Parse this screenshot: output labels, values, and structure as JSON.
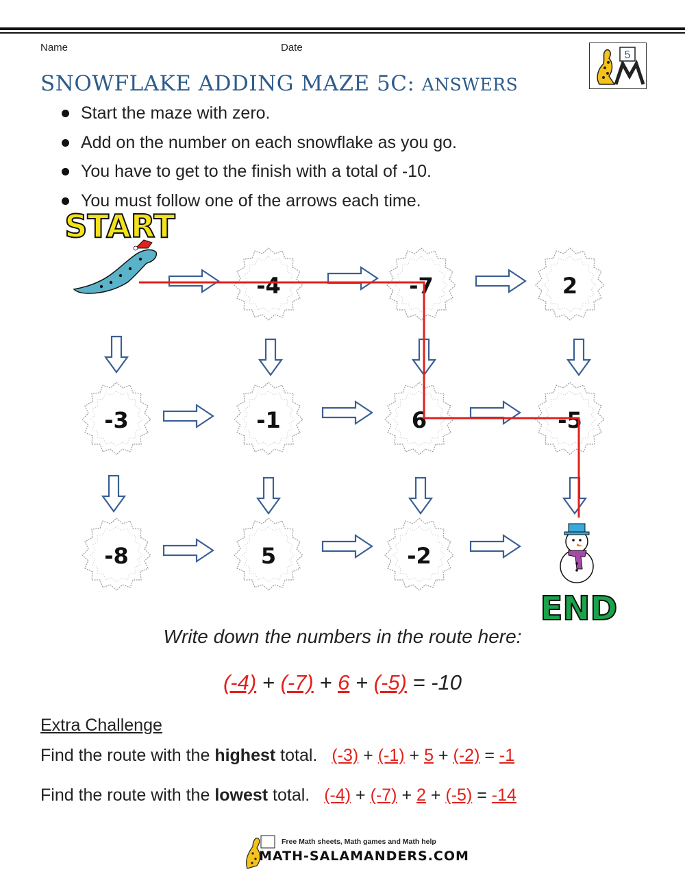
{
  "header": {
    "name_label": "Name",
    "date_label": "Date",
    "grade_badge": "5"
  },
  "title": {
    "main": "SNOWFLAKE ADDING MAZE 5C:",
    "suffix": "ANSWERS"
  },
  "rules": [
    "Start the maze with zero.",
    "Add on the number on each snowflake as you go.",
    "You have to get to the finish with a total of -10.",
    "You must follow one of the arrows each time."
  ],
  "maze": {
    "start_label": "START",
    "end_label": "END",
    "rows": [
      [
        "-4",
        "-7",
        "2"
      ],
      [
        "-3",
        "-1",
        "6",
        "-5"
      ],
      [
        "-8",
        "5",
        "-2"
      ]
    ],
    "route": [
      "-4",
      "-7",
      "6",
      "-5"
    ],
    "colors": {
      "arrow_stroke": "#3a5f95",
      "route_line": "#e0211c",
      "start_fill": "#f4e31a",
      "end_fill": "#1aa34a"
    }
  },
  "prompt": "Write down the numbers in the route here:",
  "answer": {
    "terms": [
      "(-4)",
      "(-7)",
      "6",
      "(-5)"
    ],
    "total": "-10"
  },
  "extra": {
    "heading": "Extra Challenge",
    "highest": {
      "text_before": "Find the route with the ",
      "bold": "highest",
      "text_after": " total.",
      "terms": [
        "(-3)",
        "(-1)",
        "5",
        "(-2)"
      ],
      "total": "-1"
    },
    "lowest": {
      "text_before": "Find the route with the ",
      "bold": "lowest",
      "text_after": " total.",
      "terms": [
        "(-4)",
        "(-7)",
        "2",
        "(-5)"
      ],
      "total": "-14"
    }
  },
  "footer": {
    "tagline": "Free Math sheets, Math games and Math help",
    "site": "MATH-SALAMANDERS.COM"
  }
}
